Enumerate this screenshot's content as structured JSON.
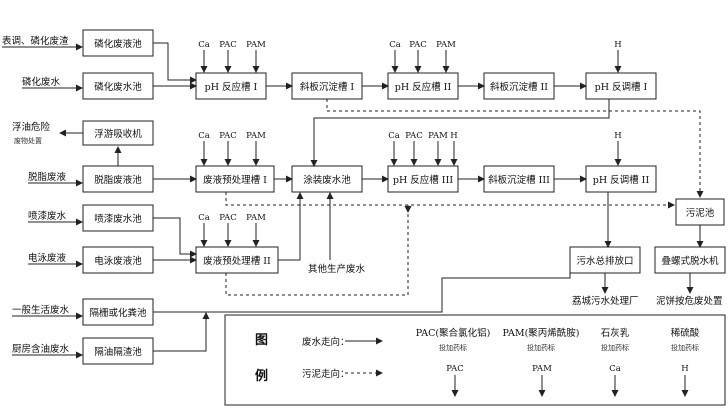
{
  "inputs": {
    "surface_wastewater": "表调、磷化废渣",
    "phos_wastewater": "磷化废水",
    "degrease_wastewater": "脱脂废液",
    "spray_wastewater": "喷漆废水",
    "ep_wastewater": "电泳废液",
    "domestic_wastewater": "一般生活废水",
    "kitchen_wastewater": "厨房含油废水",
    "other_wastewater": "其他生产废水"
  },
  "boxes": {
    "phos_waste_tank": "磷化废液池",
    "phos_water_tank": "磷化废水池",
    "floating_oil_machine": "浮游吸收机",
    "degrease_tank": "脱脂废液池",
    "spray_tank": "喷漆废水池",
    "ep_tank": "电泳废液池",
    "septic_tank": "隔栅或化粪池",
    "grease_trap": "隔油隔渣池",
    "ph_reaction_1": "pH 反应槽 I",
    "settle_1": "斜板沉淀槽 I",
    "ph_reaction_2": "pH 反应槽 II",
    "settle_2": "斜板沉淀槽 II",
    "ph_adjust_1": "pH 反调槽 I",
    "pretreat_1": "废液预处理槽 I",
    "coating_tank": "涂装废水池",
    "ph_reaction_3": "pH 反应槽 III",
    "settle_3": "斜板沉淀槽 III",
    "ph_adjust_2": "pH 反调槽 II",
    "pretreat_2": "废液预处理槽 II",
    "sludge_tank": "污泥池",
    "outlet": "污水总排放口",
    "dewater_machine": "叠螺式脱水机"
  },
  "outputs": {
    "floating_oil": "浮油危险",
    "floating_oil_2": "废物处置",
    "sewage_plant": "荔城污水处理厂",
    "sludge_disposal": "泥饼按危废处置"
  },
  "chemicals": {
    "ca": "Ca",
    "pac": "PAC",
    "pam": "PAM",
    "h": "H"
  },
  "legend": {
    "title_1": "图",
    "title_2": "例",
    "water_flow": "废水走向：",
    "sludge_flow": "污泥走向：",
    "items": [
      {
        "name": "PAC(聚合氯化铝)",
        "note": "投加药标",
        "symbol": "PAC"
      },
      {
        "name": "PAM(聚丙烯酰胺)",
        "note": "投加药标",
        "symbol": "PAM"
      },
      {
        "name": "石灰乳",
        "note": "投加药标",
        "symbol": "Ca"
      },
      {
        "name": "稀硫酸",
        "note": "投加药标",
        "symbol": "H"
      }
    ]
  }
}
